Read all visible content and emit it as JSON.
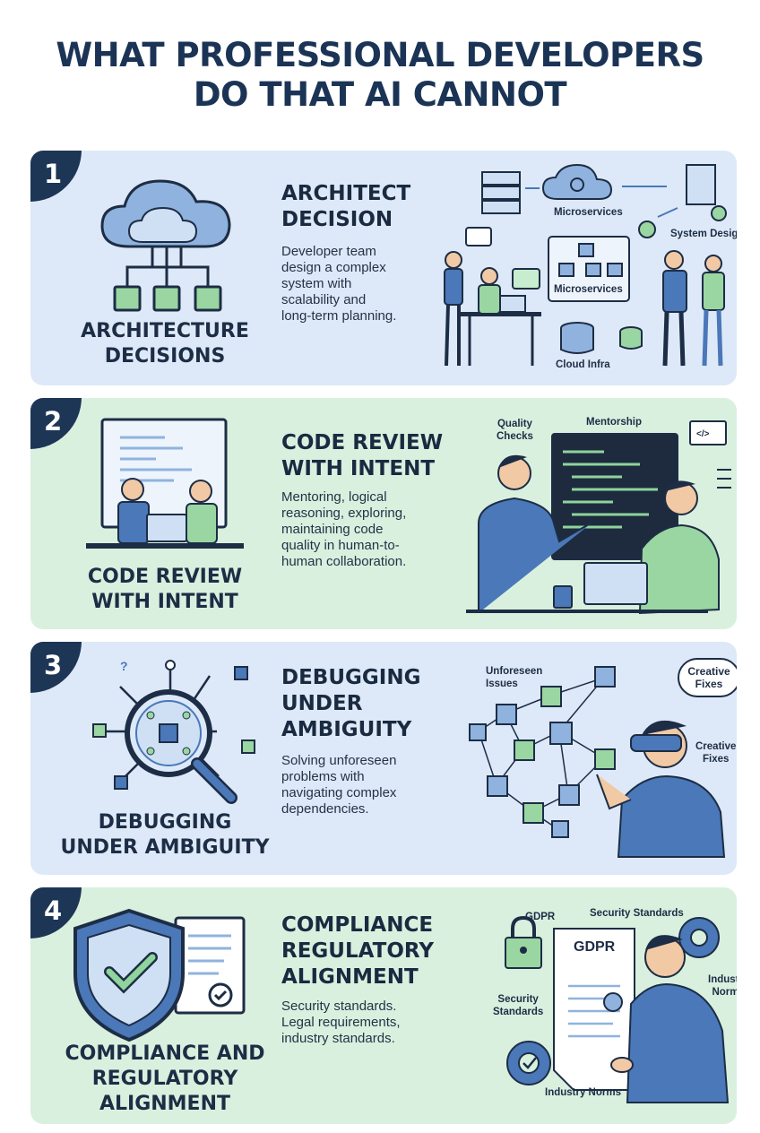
{
  "title": {
    "line1": "WHAT PROFESSIONAL DEVELOPERS",
    "line2": "DO THAT AI CANNOT"
  },
  "colors": {
    "navy": "#1d3656",
    "blue_card": "#dde9f8",
    "green_card": "#d9f0df",
    "accent_blue": "#4a78b8",
    "accent_green": "#8fd49c"
  },
  "cards": [
    {
      "number": "1",
      "icon": "cloud-network-icon",
      "caption": [
        "ARCHITECTURE",
        "DECISIONS"
      ],
      "heading": [
        "ARCHITECT",
        "DECISION"
      ],
      "description": [
        "Developer team",
        "design a complex",
        "system with",
        "scalability and",
        "long-term planning."
      ],
      "labels": {
        "microservices_top": "Microservices",
        "system_design": "System Design",
        "microservices_box": "Microservices",
        "cloud_infra": "Cloud Infra"
      }
    },
    {
      "number": "2",
      "icon": "pair-programming-icon",
      "caption": [
        "CODE REVIEW",
        "WITH INTENT"
      ],
      "heading": [
        "CODE REVIEW",
        "WITH INTENT"
      ],
      "description": [
        "Mentoring, logical",
        "reasoning, exploring,",
        "maintaining code",
        "quality in human-to-",
        "human collaboration."
      ],
      "labels": {
        "quality_checks": "Quality\nChecks",
        "mentorship": "Mentorship",
        "code_tag": "</>"
      }
    },
    {
      "number": "3",
      "icon": "magnifier-network-icon",
      "caption": [
        "DEBUGGING",
        "UNDER AMBIGUITY"
      ],
      "heading": [
        "DEBUGGING",
        "UNDER",
        "AMBIGUITY"
      ],
      "description": [
        "Solving unforeseen",
        "problems with",
        "navigating complex",
        "dependencies."
      ],
      "labels": {
        "unforeseen_issues": "Unforeseen\nIssues",
        "creative_fixes_bubble": "Creative\nFixes",
        "creative_fixes": "Creative\nFixes",
        "question_mark": "?"
      }
    },
    {
      "number": "4",
      "icon": "shield-check-icon",
      "caption": [
        "COMPLIANCE AND",
        "REGULATORY",
        "ALIGNMENT"
      ],
      "heading": [
        "COMPLIANCE",
        "REGULATORY",
        "ALIGNMENT"
      ],
      "description": [
        "Security standards.",
        "Legal requirements,",
        "industry standards."
      ],
      "labels": {
        "gdpr_tag": "GDPR",
        "security_standards_top": "Security Standards",
        "gdpr_doc": "GDPR",
        "security_standards_left": "Security\nStandards",
        "industry_norms_right": "Industry\nNorms",
        "industry_norms_bottom": "Industry Norms"
      }
    }
  ]
}
